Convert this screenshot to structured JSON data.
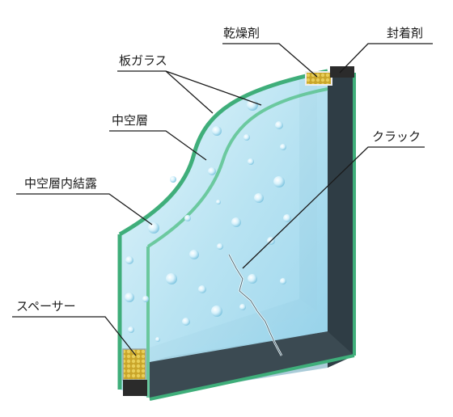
{
  "labels": {
    "desiccant": "乾燥剤",
    "sealant": "封着剤",
    "glass_pane": "板ガラス",
    "air_layer": "中空層",
    "crack": "クラック",
    "condensation": "中空層内結露",
    "spacer": "スペーサー"
  },
  "colors": {
    "glass_edge": "#3fae7a",
    "glass_fill": "#bfe6f2",
    "frame_dark": "#3b4a52",
    "frame_inner": "#9fb4c0",
    "desiccant": "#d9b93a",
    "sealant": "#2b2b2b",
    "leader_line": "#1a1a1a"
  }
}
